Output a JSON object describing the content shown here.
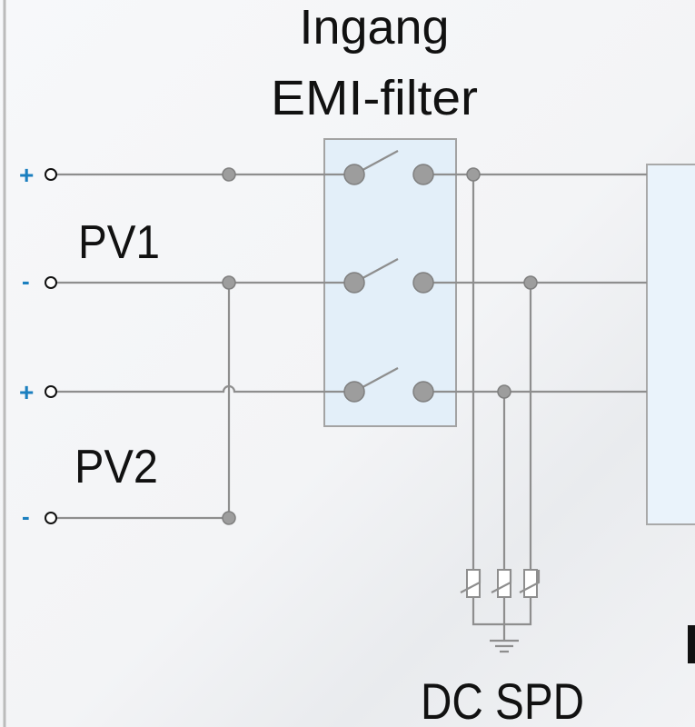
{
  "labels": {
    "emi_title_line1": "Ingang",
    "emi_title_line2": "EMI-filter",
    "pv1": "PV1",
    "pv2": "PV2",
    "spd": "DC SPD"
  },
  "terminals": [
    {
      "sign": "+",
      "string": "PV1"
    },
    {
      "sign": "-",
      "string": "PV1"
    },
    {
      "sign": "+",
      "string": "PV2"
    },
    {
      "sign": "-",
      "string": "PV2"
    }
  ],
  "colors": {
    "sign": "#1b7fbf",
    "wire": "#8e8e8e",
    "box_fill": "#e6f1fa"
  }
}
